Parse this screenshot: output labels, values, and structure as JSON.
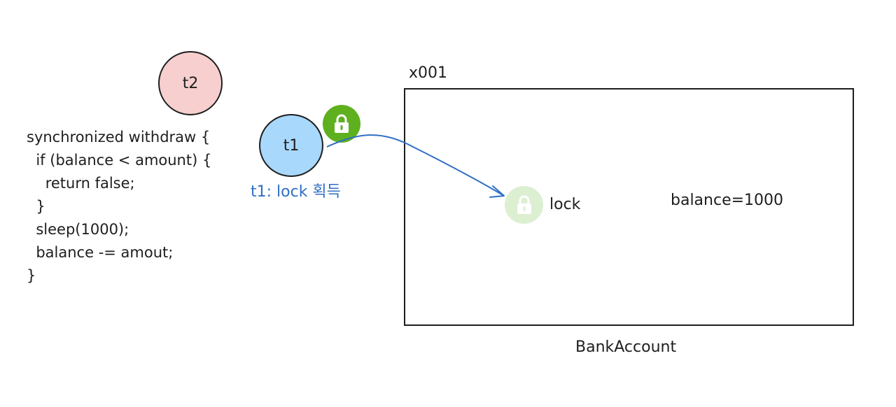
{
  "threads": {
    "t2": {
      "label": "t2",
      "color": "#f7cfcf"
    },
    "t1": {
      "label": "t1",
      "color": "#a8d8fb"
    }
  },
  "code_lines": [
    "synchronized withdraw {",
    "  if (balance < amount) {",
    "    return false;",
    "  }",
    "  sleep(1000);",
    "  balance -= amout;",
    "}"
  ],
  "annotation": "t1: lock 획득",
  "object": {
    "address": "x001",
    "lock_label": "lock",
    "field": "balance=1000",
    "class_name": "BankAccount"
  },
  "colors": {
    "lock_acquired": "#5fb01f",
    "lock_inactive": "#dcefd1",
    "arrow": "#2f6fc4"
  },
  "icons": {
    "lock_acquired": "lock-icon",
    "lock_inactive": "lock-icon"
  }
}
